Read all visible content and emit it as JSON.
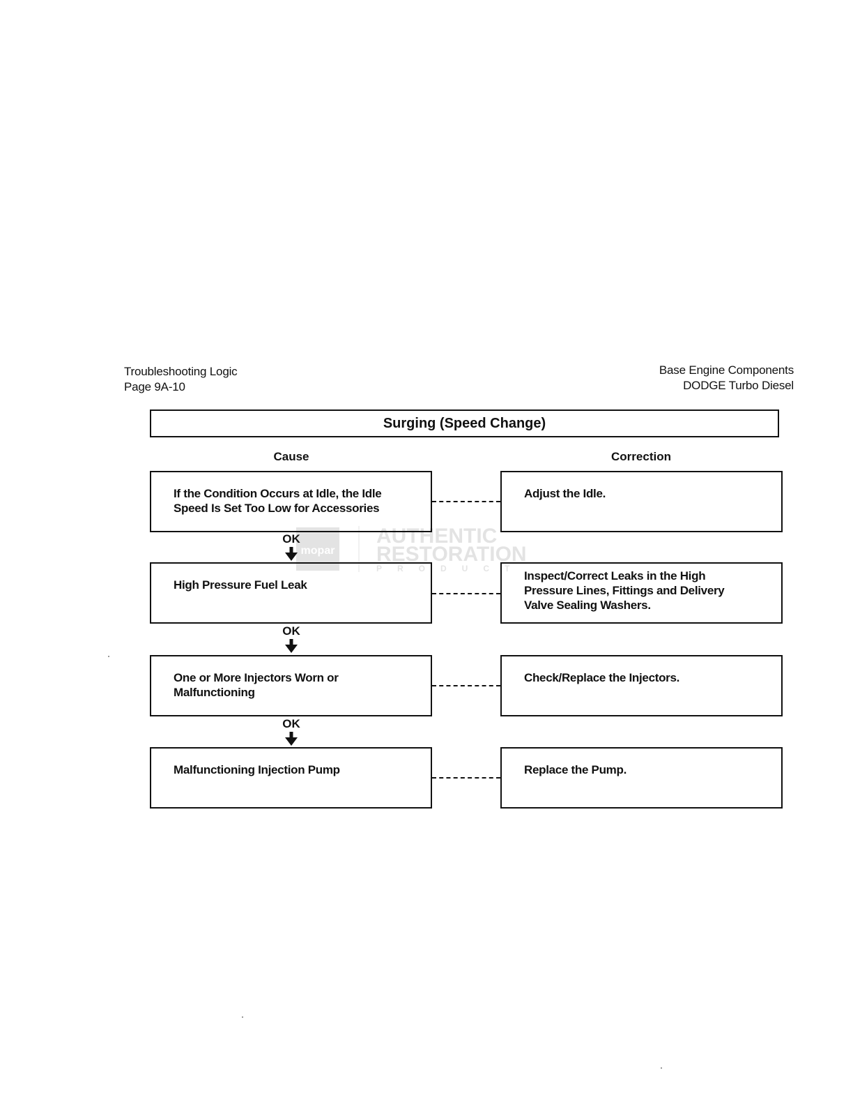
{
  "header": {
    "left_line1": "Troubleshooting Logic",
    "left_line2": "Page 9A-10",
    "right_line1": "Base Engine Components",
    "right_line2": "DODGE Turbo Diesel"
  },
  "title": "Surging (Speed Change)",
  "columns": {
    "cause": "Cause",
    "correction": "Correction"
  },
  "rows": [
    {
      "cause_line1": "If the Condition Occurs at Idle, the Idle",
      "cause_line2": "Speed Is Set Too Low for Accessories",
      "correction_line1": "Adjust the Idle.",
      "correction_line2": "",
      "correction_line3": ""
    },
    {
      "cause_line1": "High Pressure Fuel Leak",
      "cause_line2": "",
      "correction_line1": "Inspect/Correct Leaks in the High",
      "correction_line2": "Pressure Lines, Fittings and Delivery",
      "correction_line3": "Valve Sealing Washers."
    },
    {
      "cause_line1": "One or More Injectors Worn or",
      "cause_line2": "Malfunctioning",
      "correction_line1": "Check/Replace the Injectors.",
      "correction_line2": "",
      "correction_line3": ""
    },
    {
      "cause_line1": "Malfunctioning Injection Pump",
      "cause_line2": "",
      "correction_line1": "Replace the Pump.",
      "correction_line2": "",
      "correction_line3": ""
    }
  ],
  "connector_label": "OK",
  "watermark": {
    "logo_text": "mopar",
    "line1": "AUTHENTIC",
    "line2": "RESTORATION",
    "line3": "PRODUCT"
  }
}
